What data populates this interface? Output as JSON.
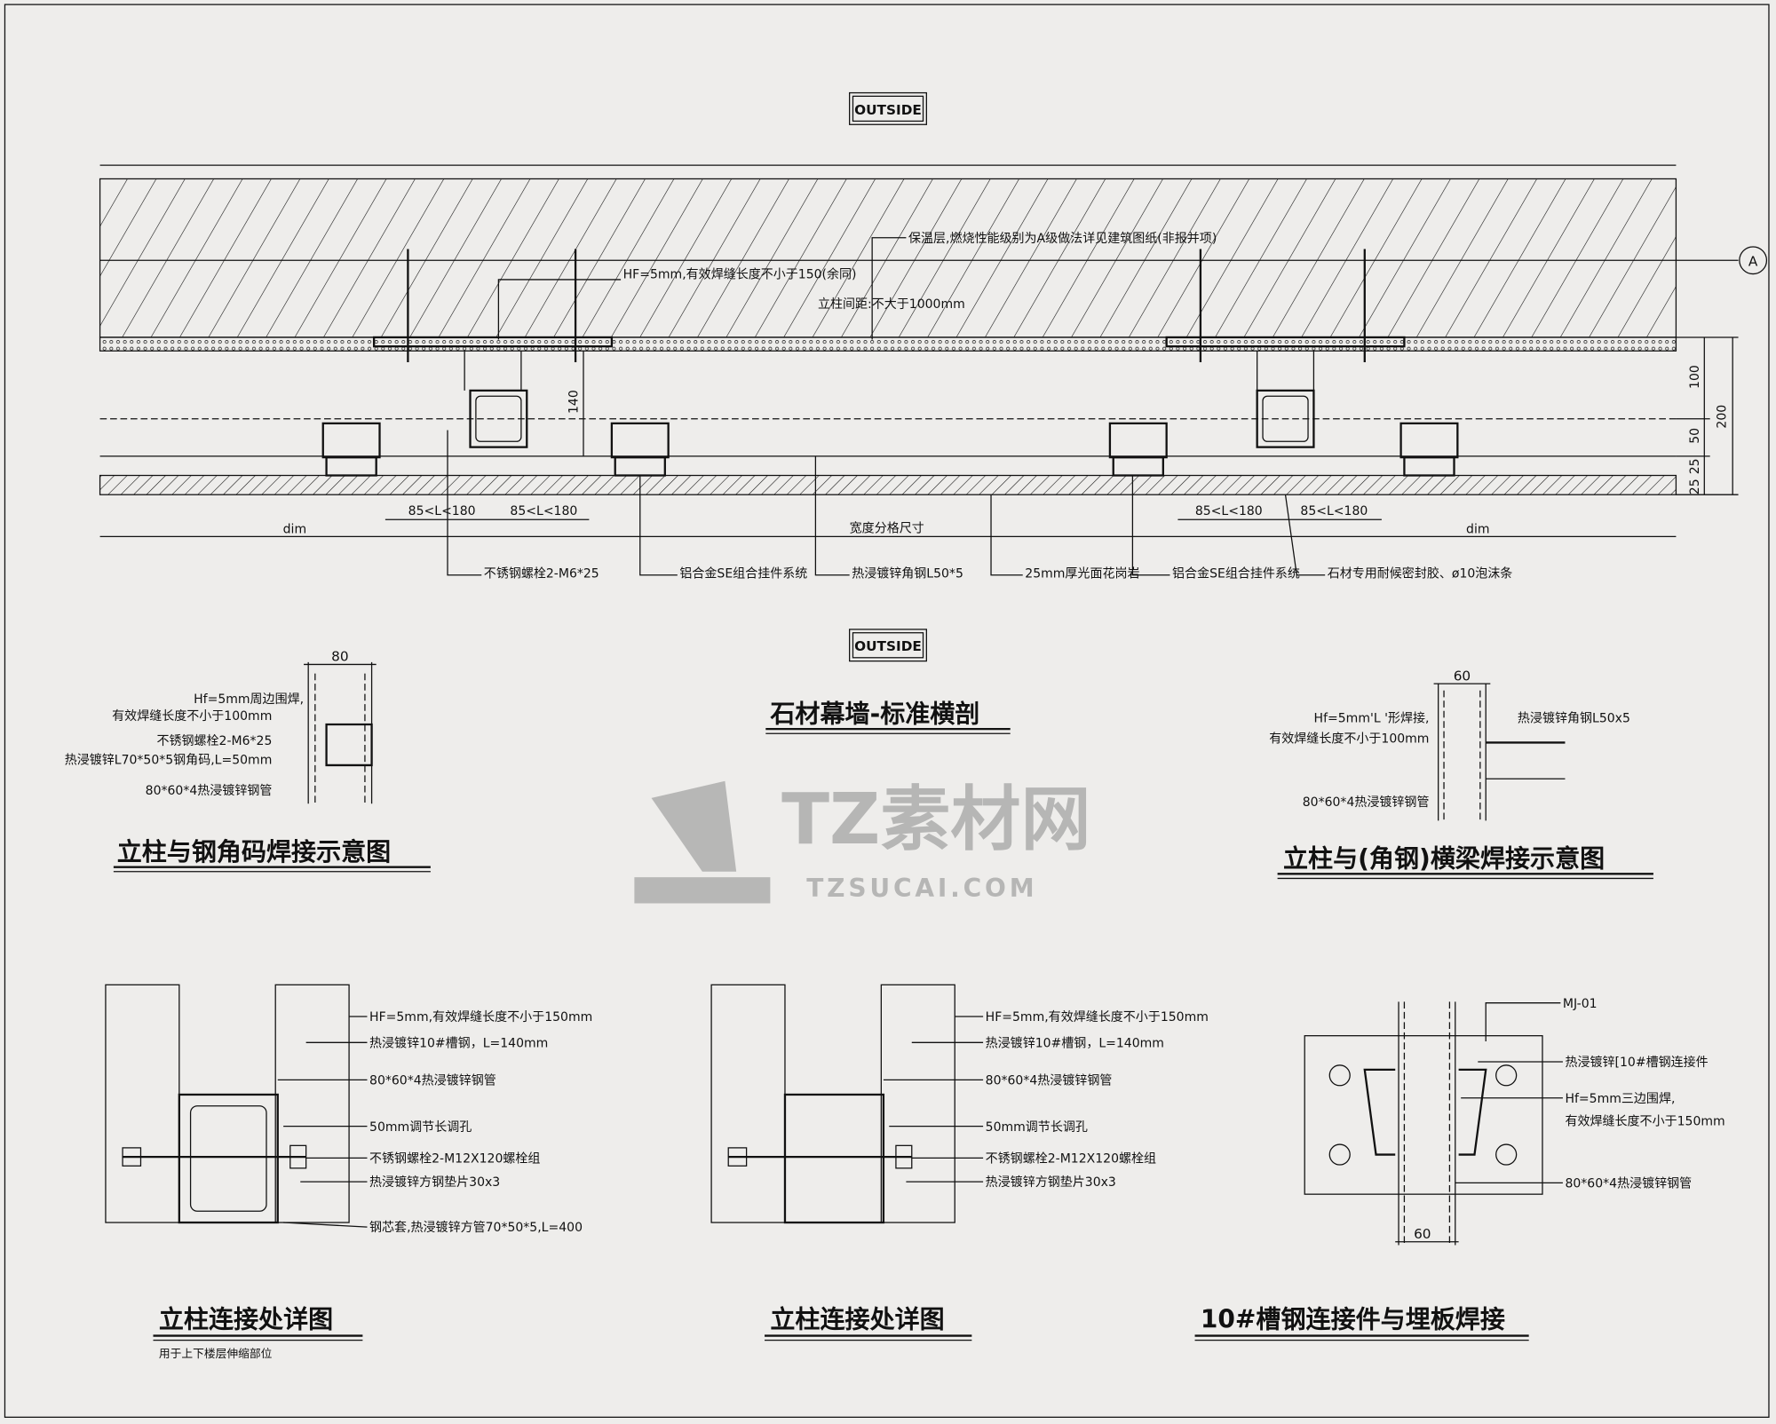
{
  "drawing": {
    "outside_label": "OUTSIDE",
    "axis_label": "A",
    "main_section": {
      "title": "石材幕墙-标准横剖",
      "notes": {
        "insulation": "保温层,燃烧性能级别为A级做法详见建筑图纸(非报并项)",
        "weld": "HF=5mm,有效焊缝长度不小于150(余同)",
        "spacing": "立柱间距:不大于1000mm"
      },
      "dims": {
        "d100": "100",
        "d200": "200",
        "d50": "50",
        "d25a": "25",
        "d25b": "25",
        "d140": "140",
        "range": "85<L<180",
        "dim": "dim",
        "module": "宽度分格尺寸"
      },
      "callouts": [
        "不锈钢螺栓2-M6*25",
        "铝合金SE组合挂件系统",
        "热浸镀锌角钢L50*5",
        "25mm厚光面花岗岩",
        "铝合金SE组合挂件系统",
        "石材专用耐候密封胶、ø10泡沫条"
      ]
    },
    "detail_angle_weld": {
      "title": "立柱与钢角码焊接示意图",
      "dim": "80",
      "labels": [
        "Hf=5mm周边围焊,",
        "有效焊缝长度不小于100mm",
        "不锈钢螺栓2-M6*25",
        "热浸镀锌L70*50*5钢角码,L=50mm",
        "80*60*4热浸镀锌钢管"
      ]
    },
    "detail_beam_weld": {
      "title": "立柱与(角钢)横梁焊接示意图",
      "dim": "60",
      "labels": [
        "Hf=5mm'L '形焊接,",
        "有效焊缝长度不小于100mm",
        "80*60*4热浸镀锌钢管"
      ],
      "right_label": "热浸镀锌角钢L50x5"
    },
    "detail_joint_1": {
      "title": "立柱连接处详图",
      "subtitle": "用于上下楼层伸缩部位",
      "labels": [
        "HF=5mm,有效焊缝长度不小于150mm",
        "热浸镀锌10#槽钢，L=140mm",
        "80*60*4热浸镀锌钢管",
        "50mm调节长调孔",
        "不锈钢螺栓2-M12X120螺栓组",
        "热浸镀锌方钢垫片30x3",
        "钢芯套,热浸镀锌方管70*50*5,L=400"
      ]
    },
    "detail_joint_2": {
      "title": "立柱连接处详图",
      "labels": [
        "HF=5mm,有效焊缝长度不小于150mm",
        "热浸镀锌10#槽钢，L=140mm",
        "80*60*4热浸镀锌钢管",
        "50mm调节长调孔",
        "不锈钢螺栓2-M12X120螺栓组",
        "热浸镀锌方钢垫片30x3"
      ]
    },
    "detail_channel": {
      "title": "10#槽钢连接件与埋板焊接",
      "tag": "MJ-01",
      "dim": "60",
      "labels": [
        "热浸镀锌[10#槽钢连接件",
        "Hf=5mm三边围焊,",
        "有效焊缝长度不小于150mm",
        "80*60*4热浸镀锌钢管"
      ]
    }
  },
  "watermark": {
    "brand": "TZ素材网",
    "url": "TZSUCAI.COM"
  }
}
